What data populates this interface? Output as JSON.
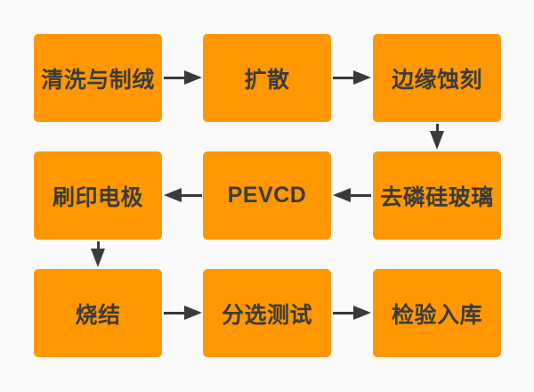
{
  "diagram": {
    "type": "flowchart",
    "description": "solar cell production process flow",
    "nodes": [
      {
        "id": "cleaning-texturing",
        "label": "清洗与制绒",
        "row": 0,
        "col": 0
      },
      {
        "id": "diffusion",
        "label": "扩散",
        "row": 0,
        "col": 1
      },
      {
        "id": "edge-etching",
        "label": "边缘蚀刻",
        "row": 0,
        "col": 2
      },
      {
        "id": "psg-removal",
        "label": "去磷硅玻璃",
        "row": 1,
        "col": 2
      },
      {
        "id": "pevcd",
        "label": "PEVCD",
        "row": 1,
        "col": 1
      },
      {
        "id": "print-electrode",
        "label": "刷印电极",
        "row": 1,
        "col": 0
      },
      {
        "id": "sintering",
        "label": "烧结",
        "row": 2,
        "col": 0
      },
      {
        "id": "sorting-testing",
        "label": "分选测试",
        "row": 2,
        "col": 1
      },
      {
        "id": "inspection-storage",
        "label": "检验入库",
        "row": 2,
        "col": 2
      }
    ],
    "edges": [
      {
        "from": "清洗与制绒",
        "to": "扩散",
        "direction": "right"
      },
      {
        "from": "扩散",
        "to": "边缘蚀刻",
        "direction": "right"
      },
      {
        "from": "边缘蚀刻",
        "to": "去磷硅玻璃",
        "direction": "down"
      },
      {
        "from": "去磷硅玻璃",
        "to": "PEVCD",
        "direction": "left"
      },
      {
        "from": "PEVCD",
        "to": "刷印电极",
        "direction": "left"
      },
      {
        "from": "刷印电极",
        "to": "烧结",
        "direction": "down"
      },
      {
        "from": "烧结",
        "to": "分选测试",
        "direction": "right"
      },
      {
        "from": "分选测试",
        "to": "检验入库",
        "direction": "right"
      }
    ]
  },
  "colors": {
    "page-bg": "#fafafa",
    "node-bg": "#ff9800",
    "node-text": "#3b3b3b",
    "arrow": "#3a3a3a"
  }
}
